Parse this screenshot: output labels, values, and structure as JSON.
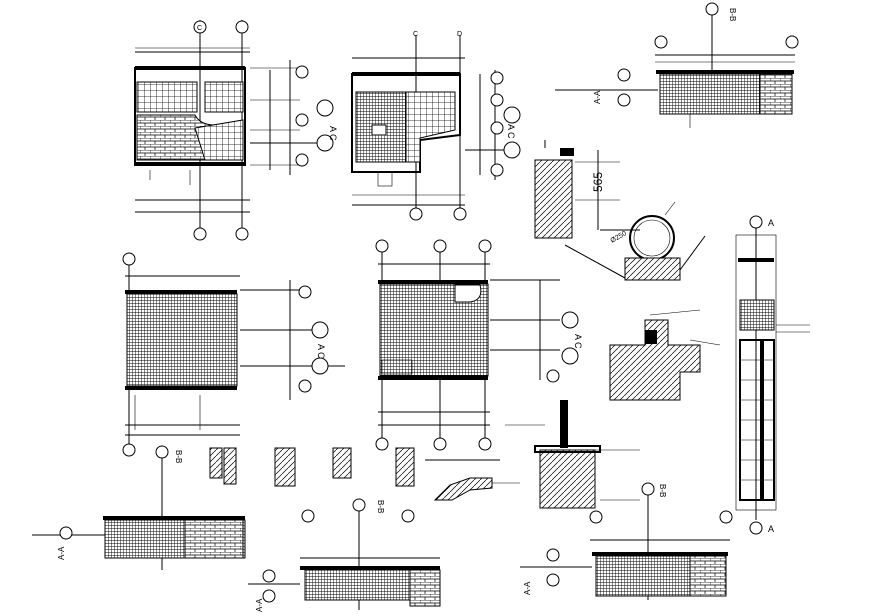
{
  "labels": {
    "sec_bb_top": "B-B",
    "sec_aa_top": "A-A",
    "ac_1": "A C",
    "ac_2": "A C",
    "ac_3": "A C",
    "ac_4": "A C",
    "dim_565": "565",
    "dim_250": "Ø250",
    "sec_a_right": "A",
    "sec_a_right2": "A",
    "sec_bb_mid": "B-B",
    "sec_aa_bottom_left": "A-A",
    "sec_bb_bottom": "B-B",
    "sec_aa_bottom": "A-A",
    "sec_bb_bottom_right": "B-B",
    "sec_aa_bottom_right": "A-A",
    "grid_c": "C",
    "grid_d": "D",
    "grid_a": "A"
  }
}
